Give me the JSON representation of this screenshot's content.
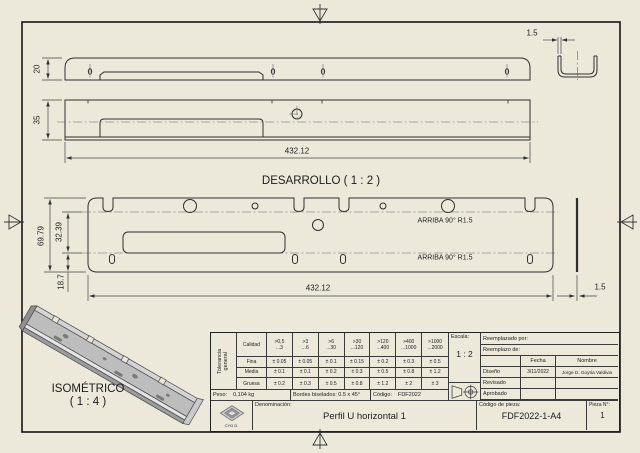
{
  "colors": {
    "background": "#ece9db",
    "line": "#2f2f2f",
    "dim": "#444444"
  },
  "views": {
    "top_view": {
      "dim_height": "20"
    },
    "profile_detail": {
      "dim_thickness": "1.5"
    },
    "front_view": {
      "dim_height": "35",
      "dim_length": "432.12"
    },
    "flat_pattern": {
      "title": "DESARROLLO ( 1 : 2 )",
      "dim_total_width": "69.79",
      "dim_web": "32.39",
      "dim_flange": "18.7",
      "dim_length": "432.12",
      "dim_thickness": "1.5",
      "bend_note_1": "ARRIBA 90° R1.5",
      "bend_note_2": "ARRIBA 90° R1.5"
    },
    "isometric": {
      "title": "ISOMÉTRICO",
      "scale": "( 1 : 4 )"
    }
  },
  "title_block": {
    "tolerance": {
      "vertical_label": "Tolerancia general",
      "quality_label": "Calidad",
      "row_labels": [
        "Fina",
        "Media",
        "Gruesa"
      ],
      "ranges": [
        [
          ">0,5",
          "...3"
        ],
        [
          ">3",
          "...6"
        ],
        [
          ">6",
          "...30"
        ],
        [
          ">30",
          "...120"
        ],
        [
          ">120",
          "...400"
        ],
        [
          ">400",
          "...1000"
        ],
        [
          ">1000",
          "...2000"
        ]
      ],
      "fina": [
        "± 0.05",
        "± 0.05",
        "± 0.1",
        "± 0.15",
        "± 0.2",
        "± 0.3",
        "± 0.5"
      ],
      "media": [
        "± 0.1",
        "± 0.1",
        "± 0.2",
        "± 0.3",
        "± 0.5",
        "± 0.8",
        "± 1.2"
      ],
      "gruesa": [
        "± 0.2",
        "± 0.3",
        "± 0.5",
        "± 0.8",
        "± 1.2",
        "± 2",
        "± 3"
      ]
    },
    "escala_label": "Escala:",
    "escala_value": "1 : 2",
    "reemplazado_por": "Reemplazado por:",
    "reemplazo_de": "Reemplazo de:",
    "fecha_header": "Fecha",
    "nombre_header": "Nombre",
    "diseno_label": "Diseño",
    "diseno_fecha": "3/11/2022",
    "diseno_nombre": "Jorge D. Goytía Valdivia",
    "revisado_label": "Revisado",
    "aprobado_label": "Aprobado",
    "peso_label": "Peso:",
    "peso_value": "0,104 kg",
    "bordes_label": "Bordes biselados: 0.5 x 45°",
    "codigo_label": "Código:",
    "codigo_value": "FDF2022",
    "logo_text": "CYG D.",
    "denominacion_label": "Denominación:",
    "denominacion_value": "Perfil U horizontal 1",
    "part_code_label": "Código de pieza:",
    "part_code_value": "FDF2022-1-A4",
    "pieza_label": "Pieza N°:",
    "pieza_value": "1"
  }
}
